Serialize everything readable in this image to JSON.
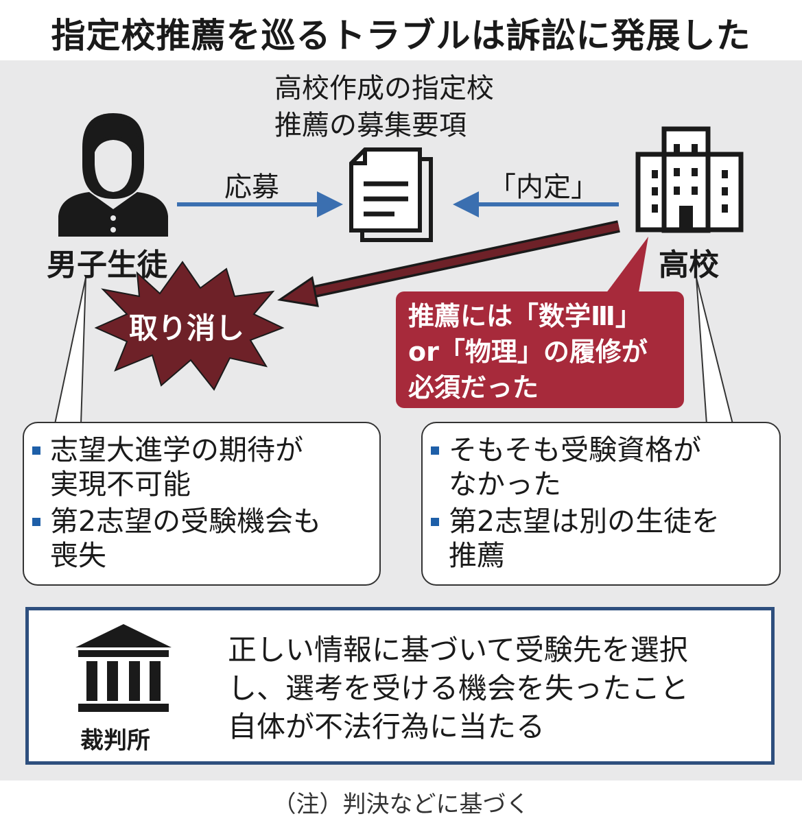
{
  "title": "指定校推薦を巡るトラブルは訴訟に発展した",
  "document": {
    "caption_line1": "高校作成の指定校",
    "caption_line2": "推薦の募集要項"
  },
  "student": {
    "label": "男子生徒"
  },
  "school": {
    "label": "高校"
  },
  "arrows": {
    "apply_label": "応募",
    "offer_label": "「内定」"
  },
  "cancel_label": "取り消し",
  "requirement": {
    "line1": "推薦には「数学Ⅲ」",
    "line2": "or「物理」の履修が",
    "line3": "必須だった"
  },
  "student_claims": [
    {
      "line1": "志望大進学の期待が",
      "line2": "実現不可能"
    },
    {
      "line1": "第2志望の受験機会も",
      "line2": "喪失"
    }
  ],
  "school_claims": [
    {
      "line1": "そもそも受験資格が",
      "line2": "なかった"
    },
    {
      "line1": "第2志望は別の生徒を",
      "line2": "推薦"
    }
  ],
  "court": {
    "label": "裁判所",
    "line1": "正しい情報に基づいて受験先を選択",
    "line2": "し、選考を受ける機会を失ったこと",
    "line3": "自体が不法行為に当たる"
  },
  "note": "（注）判決などに基づく",
  "colors": {
    "arrow_blue": "#3b6fb0",
    "cancel_red": "#6e2128",
    "requirement_red": "#a72a3b",
    "court_border": "#2e4f7e",
    "bullet_blue": "#1e5fa8"
  }
}
